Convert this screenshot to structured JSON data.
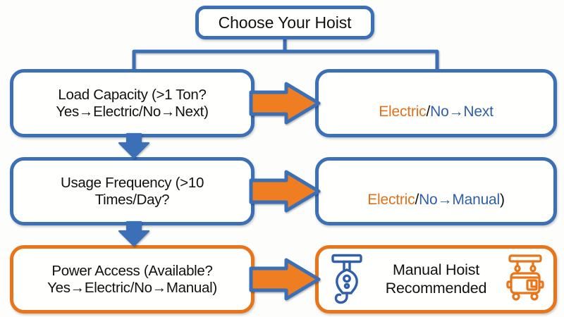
{
  "diagram": {
    "title": "Choose Your Hoist",
    "colors": {
      "blue": "#3b6fb6",
      "orange": "#e8751a",
      "text_blue": "#2f5fa8",
      "text_orange": "#e2711d",
      "background": "#fdfdfb"
    }
  },
  "root": {
    "label": "Choose Your Hoist"
  },
  "decisions": [
    {
      "id": "load-capacity",
      "label": "Load Capacity (>1 Ton?\nYes→Electric/No→Next)",
      "border": "blue"
    },
    {
      "id": "usage-frequency",
      "label": "Usage Frequency (>10\nTimes/Day?",
      "border": "blue"
    },
    {
      "id": "power-access",
      "label": "Power Access (Available?\nYes→Electric/No→Manual)",
      "border": "orange"
    }
  ],
  "outcomes": [
    {
      "id": "outcome-load",
      "border": "blue",
      "runs": [
        {
          "text": "Electric",
          "color": "orange"
        },
        {
          "text": "/",
          "color": "black"
        },
        {
          "text": "No→Next",
          "color": "blue"
        }
      ]
    },
    {
      "id": "outcome-usage",
      "border": "blue",
      "runs": [
        {
          "text": "Electric",
          "color": "orange"
        },
        {
          "text": "/",
          "color": "black"
        },
        {
          "text": "No→Manual",
          "color": "blue"
        },
        {
          "text": ")",
          "color": "black"
        }
      ]
    }
  ],
  "final": {
    "id": "manual-hoist-recommended",
    "border": "orange",
    "label": "Manual Hoist\nRecommended",
    "left_icon": "hook-block-icon",
    "right_icon": "hoist-trolley-icon"
  },
  "connectors": {
    "root_split": "t-bracket-connector",
    "down_arrows": [
      "down-arrow-load-to-usage",
      "down-arrow-usage-to-power"
    ],
    "right_arrows": [
      "right-arrow-load-to-outcome",
      "right-arrow-usage-to-outcome",
      "right-arrow-power-to-final"
    ]
  }
}
